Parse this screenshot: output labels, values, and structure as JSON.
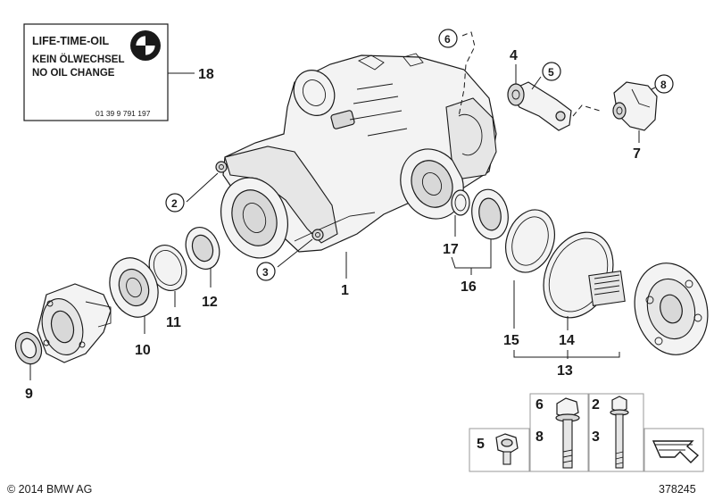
{
  "label_card": {
    "title": "LIFE-TIME-OIL",
    "line1": "KEIN ÖLWECHSEL",
    "line2": "NO OIL CHANGE",
    "part_number": "01 39 9 791 197"
  },
  "callouts": {
    "c1": "1",
    "c2": "2",
    "c3": "3",
    "c4": "4",
    "c5": "5",
    "c6": "6",
    "c7": "7",
    "c8": "8",
    "c9": "9",
    "c10": "10",
    "c11": "11",
    "c12": "12",
    "c13": "13",
    "c14": "14",
    "c15": "15",
    "c16": "16",
    "c17": "17",
    "c18": "18"
  },
  "hardware_panel": {
    "col_a_top": "6",
    "col_a_bottom": "8",
    "col_b_top": "2",
    "col_b_bottom": "3",
    "nut_label": "5"
  },
  "footer": {
    "copyright": "© 2014 BMW AG",
    "diagram_id": "378245"
  }
}
